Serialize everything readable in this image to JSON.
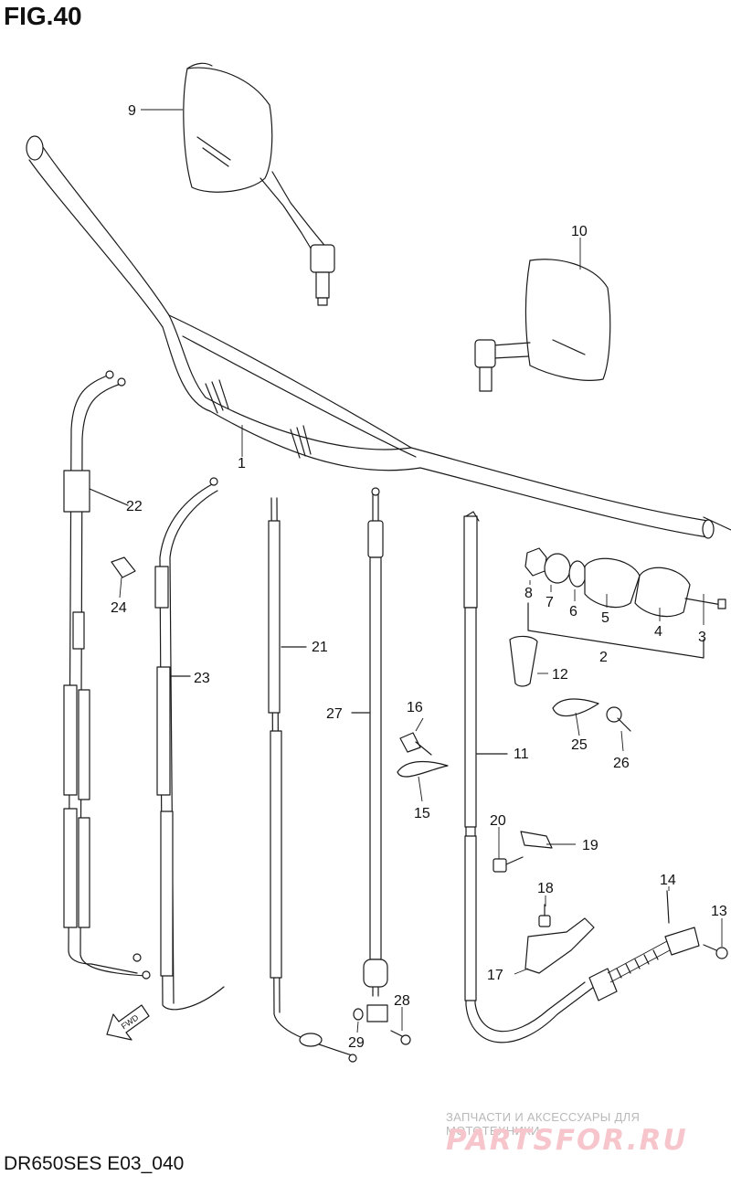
{
  "figure_title": "FIG.40",
  "model_code": "DR650SES E03_040",
  "watermark": {
    "text": "ЗАПЧАСТИ И АКСЕССУАРЫ ДЛЯ МОТОТЕХНИКИ",
    "logo": "PARTSFOR.RU"
  },
  "fwd_label": "FWD",
  "callouts": [
    "1",
    "2",
    "3",
    "4",
    "5",
    "6",
    "7",
    "8",
    "9",
    "10",
    "11",
    "12",
    "13",
    "14",
    "15",
    "16",
    "17",
    "18",
    "19",
    "20",
    "21",
    "22",
    "23",
    "24",
    "25",
    "26",
    "27",
    "28",
    "29"
  ]
}
